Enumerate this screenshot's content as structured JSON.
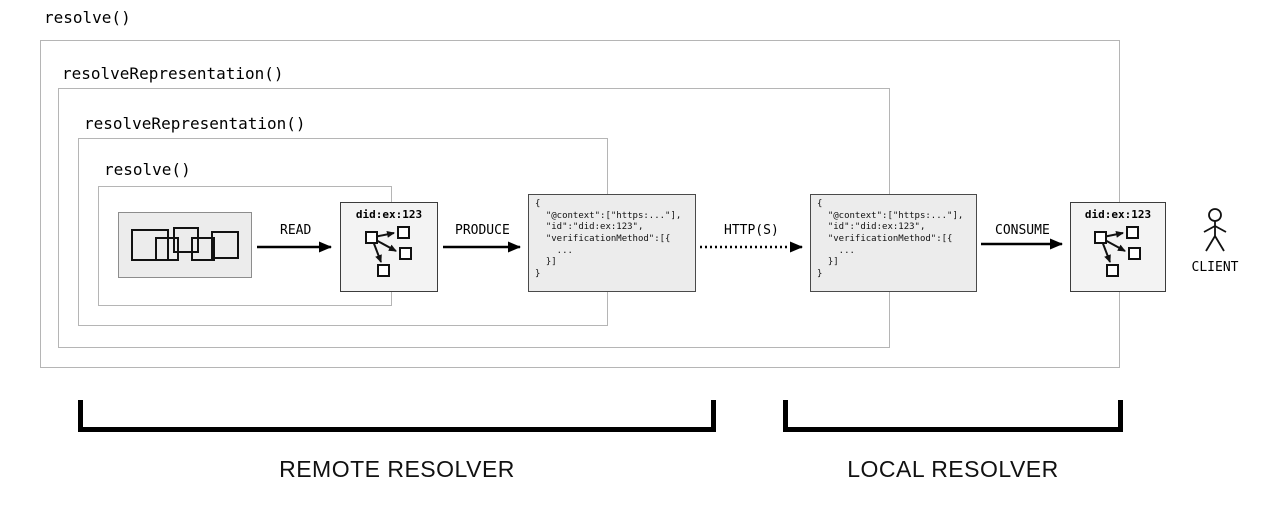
{
  "scopes": {
    "outer": "resolve()",
    "level2": "resolveRepresentation()",
    "level3": "resolveRepresentation()",
    "inner": "resolve()"
  },
  "flow": {
    "read_label": "READ",
    "produce_label": "PRODUCE",
    "http_label": "HTTP(S)",
    "consume_label": "CONSUME"
  },
  "did_document": {
    "title": "did:ex:123"
  },
  "json_document": {
    "text": "{\n  \"@context\":[\"https:...\"],\n  \"id\":\"did:ex:123\",\n  \"verificationMethod\":[{\n    ...\n  }]\n}"
  },
  "client": {
    "label": "CLIENT"
  },
  "brackets": {
    "remote_label": "REMOTE RESOLVER",
    "local_label": "LOCAL RESOLVER"
  },
  "icons": {
    "registry": "verifiable-data-registry-icon",
    "did_graph": "did-document-graph-icon",
    "client": "client-actor-icon"
  },
  "colors": {
    "scope_border": "#b5b5b5",
    "doc_fill": "#ececec",
    "doc_border": "#4a4a4a",
    "arrow": "#000000",
    "bracket": "#000000"
  }
}
